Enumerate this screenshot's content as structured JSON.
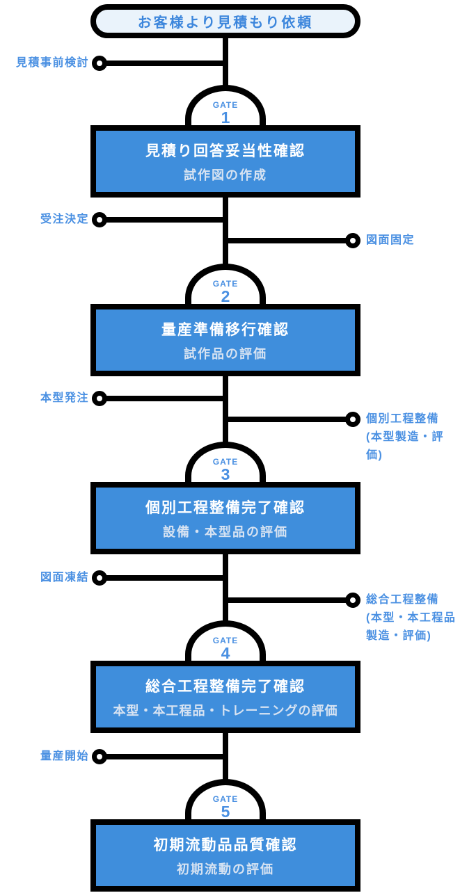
{
  "colors": {
    "accent_blue": "#4a90e2",
    "box_fill": "#3f8edc",
    "pill_fill": "#eaf3fb",
    "line_black": "#000000",
    "box_title_text": "#ffffff",
    "box_subtitle_text": "#d7e3f2"
  },
  "start_node": {
    "label": "お客様より見積もり依頼"
  },
  "gates": [
    {
      "prefix": "GATE",
      "number": "1"
    },
    {
      "prefix": "GATE",
      "number": "2"
    },
    {
      "prefix": "GATE",
      "number": "3"
    },
    {
      "prefix": "GATE",
      "number": "4"
    },
    {
      "prefix": "GATE",
      "number": "5"
    }
  ],
  "stages": [
    {
      "title": "見積り回答妥当性確認",
      "subtitle": "試作図の作成"
    },
    {
      "title": "量産準備移行確認",
      "subtitle": "試作品の評価"
    },
    {
      "title": "個別工程整備完了確認",
      "subtitle": "設備・本型品の評価"
    },
    {
      "title": "総合工程整備完了確認",
      "subtitle": "本型・本工程品・トレーニングの評価"
    },
    {
      "title": "初期流動品品質確認",
      "subtitle": "初期流動の評価"
    }
  ],
  "left_milestones": [
    {
      "label": "見積事前検討"
    },
    {
      "label": "受注決定"
    },
    {
      "label": "本型発注"
    },
    {
      "label": "図面凍結"
    },
    {
      "label": "量産開始"
    }
  ],
  "right_milestones": [
    {
      "label": "図面固定"
    },
    {
      "label": "個別工程整備\n(本型製造・評価)"
    },
    {
      "label": "総合工程整備\n(本型・本工程品\n製造・評価)"
    }
  ]
}
